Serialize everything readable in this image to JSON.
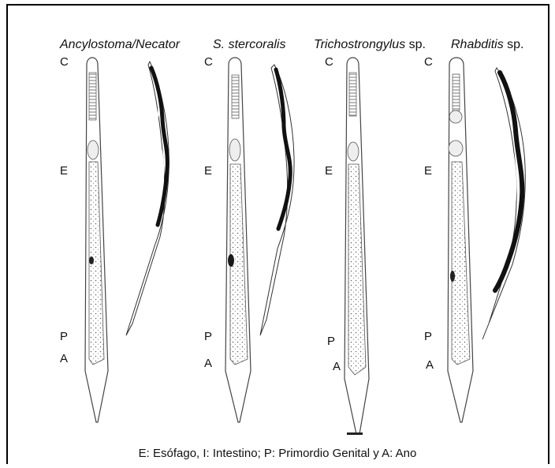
{
  "species": [
    {
      "name": "Ancylostoma/Necator",
      "suffix": ""
    },
    {
      "name": "S. stercoralis",
      "suffix": ""
    },
    {
      "name": "Trichostrongylus",
      "suffix": " sp."
    },
    {
      "name": "Rhabditis",
      "suffix": " sp."
    }
  ],
  "labels": {
    "c": "C",
    "e": "E",
    "p": "P",
    "a": "A"
  },
  "caption": "E: Esófago,  I: Intestino;  P: Primordio Genital  y  A: Ano",
  "colors": {
    "ink": "#111111",
    "outline": "#444444",
    "fill_dark": "#1a1a1a"
  }
}
